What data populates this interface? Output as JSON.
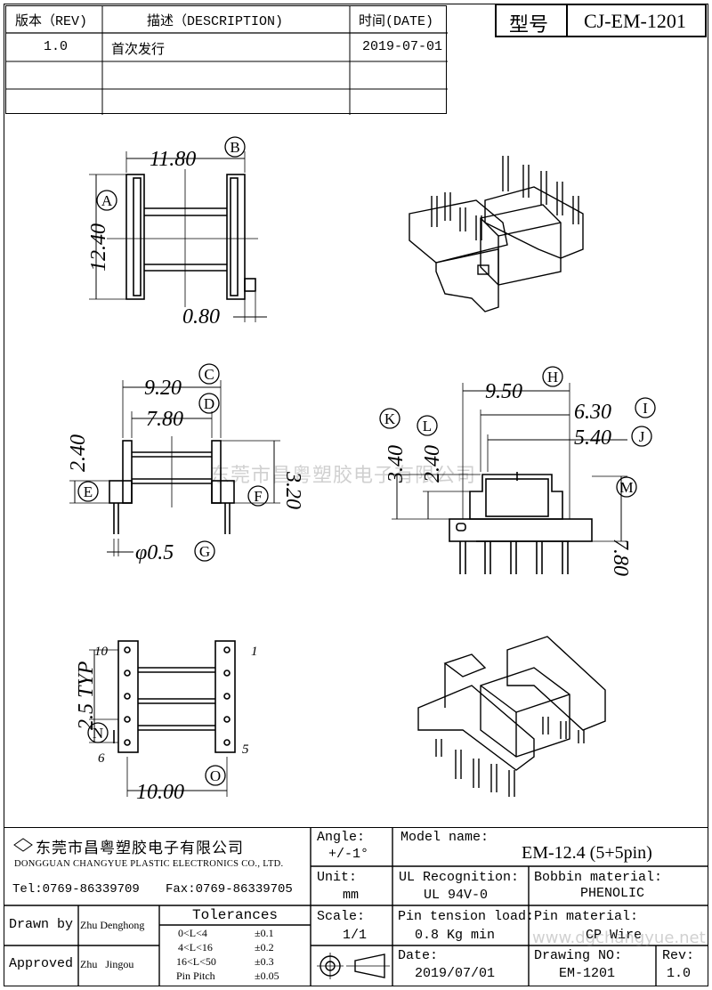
{
  "revision_table": {
    "headers": {
      "rev": "版本（REV)",
      "desc": "描述（DESCRIPTION)",
      "date": "时间(DATE)"
    },
    "rows": [
      {
        "rev": "1.0",
        "desc": "首次发行",
        "date": "2019-07-01"
      }
    ]
  },
  "model_box": {
    "label": "型号",
    "value": "CJ-EM-1201"
  },
  "dimensions": {
    "width_b": "11.80",
    "label_b": "B",
    "height_a": "12.40",
    "label_a": "A",
    "pin_offset": "0.80",
    "dim_c": "9.20",
    "label_c": "C",
    "dim_d": "7.80",
    "label_d": "D",
    "dim_240": "2.40",
    "dim_320": "3.20",
    "label_e": "E",
    "label_f": "F",
    "pin_dia": "φ0.5",
    "label_g": "G",
    "dim_h": "9.50",
    "label_h": "H",
    "dim_i": "6.30",
    "label_i": "I",
    "dim_j": "5.40",
    "label_j": "J",
    "dim_k": "3.40",
    "label_k": "K",
    "dim_l": "2.40",
    "label_l": "L",
    "dim_m": "7.80",
    "label_m": "M",
    "pitch": "2.5 TYP",
    "label_n": "N",
    "pin_10": "10",
    "pin_1": "1",
    "pin_6": "6",
    "pin_5": "5",
    "dim_o": "10.00",
    "label_o": "O"
  },
  "watermark": "东莞市昌粤塑胶电子有限公司",
  "title_block": {
    "company_cn": "东莞市昌粤塑胶电子有限公司",
    "company_en": "DONGGUAN CHANGYUE PLASTIC ELECTRONICS CO., LTD.",
    "tel": "Tel:0769-86339709",
    "fax": "Fax:0769-86339705",
    "angle_label": "Angle:",
    "angle_value": "+/-1°",
    "model_name_label": "Model name:",
    "model_name_value": "EM-12.4 (5+5pin)",
    "unit_label": "Unit:",
    "unit_value": "mm",
    "ul_label": "UL Recognition:",
    "ul_value": "UL 94V-0",
    "bobbin_label": "Bobbin material:",
    "bobbin_value": "PHENOLIC",
    "drawn_label": "Drawn by",
    "drawn_value": "Zhu Denghong",
    "approved_label": "Approved",
    "approved_value": "Zhu   Jingou",
    "tolerances_label": "Tolerances",
    "tolerances": [
      {
        "range": "0<L<4",
        "tol": "±0.1"
      },
      {
        "range": "4<L<16",
        "tol": "±0.2"
      },
      {
        "range": "16<L<50",
        "tol": "±0.3"
      },
      {
        "range": "Pin Pitch",
        "tol": "±0.05"
      }
    ],
    "scale_label": "Scale:",
    "scale_value": "1/1",
    "pin_tension_label": "Pin tension load:",
    "pin_tension_value": "0.8 Kg min",
    "pin_material_label": "Pin material:",
    "pin_material_value": "CP Wire",
    "date_label": "Date:",
    "date_value": "2019/07/01",
    "drawing_no_label": "Drawing NO:",
    "drawing_no_value": "EM-1201",
    "rev_label": "Rev:",
    "rev_value": "1.0",
    "website": "www.dgchangyue.net"
  }
}
